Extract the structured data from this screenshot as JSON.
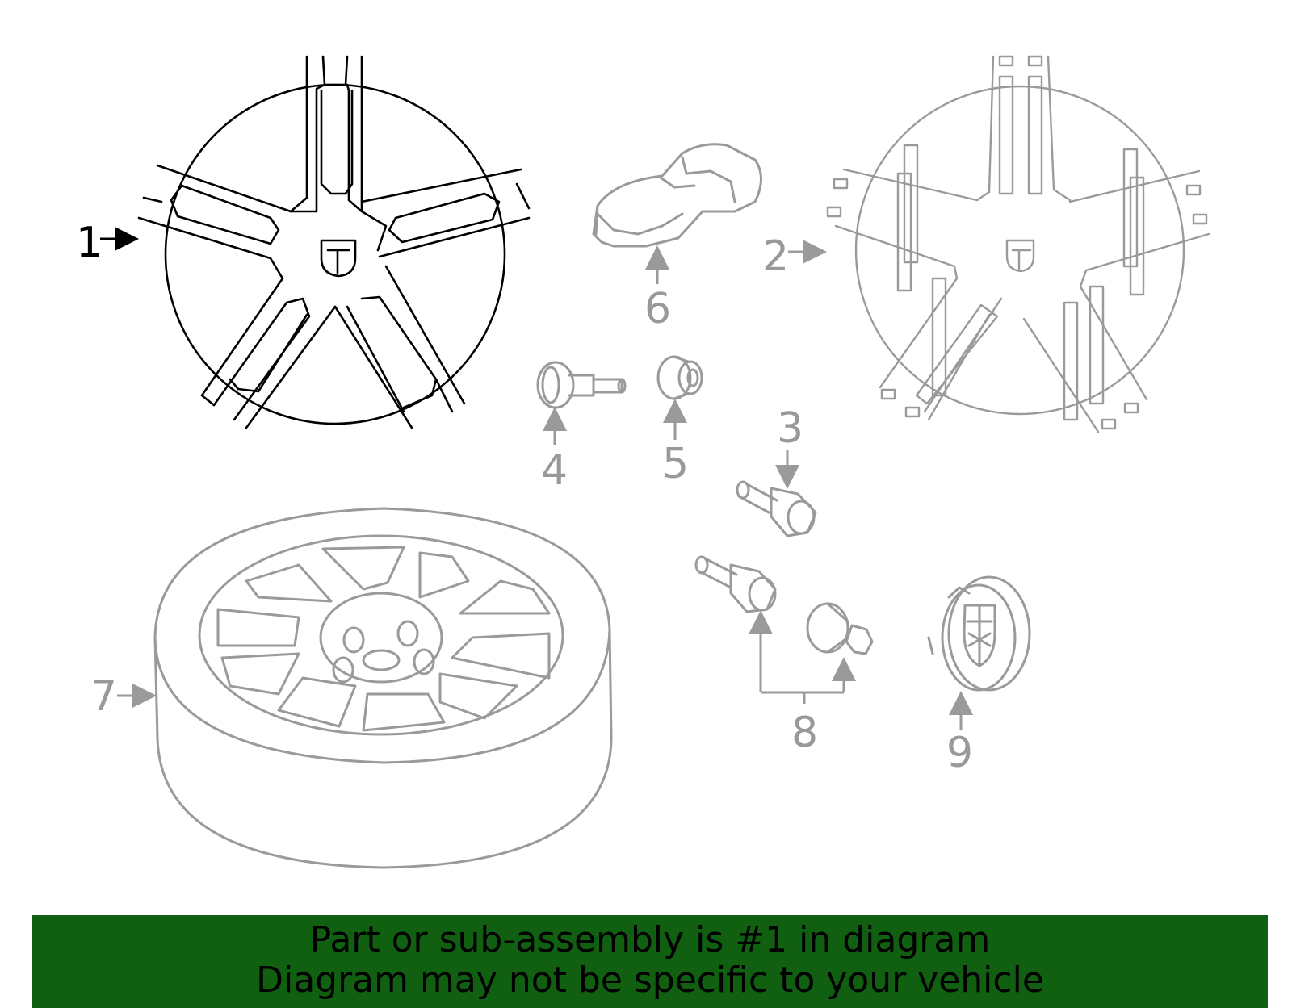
{
  "callouts": [
    {
      "id": "1",
      "text": "1"
    },
    {
      "id": "2",
      "text": "2"
    },
    {
      "id": "3",
      "text": "3"
    },
    {
      "id": "4",
      "text": "4"
    },
    {
      "id": "5",
      "text": "5"
    },
    {
      "id": "6",
      "text": "6"
    },
    {
      "id": "7",
      "text": "7"
    },
    {
      "id": "8",
      "text": "8"
    },
    {
      "id": "9",
      "text": "9"
    }
  ],
  "highlighted_part": "1",
  "banner": {
    "line1": "Part or sub-assembly is #1 in diagram",
    "line2": "Diagram may not be specific to your vehicle"
  },
  "colors": {
    "banner_bg": "#116011",
    "highlight": "#000000",
    "default_part": "#9a9a9a"
  }
}
